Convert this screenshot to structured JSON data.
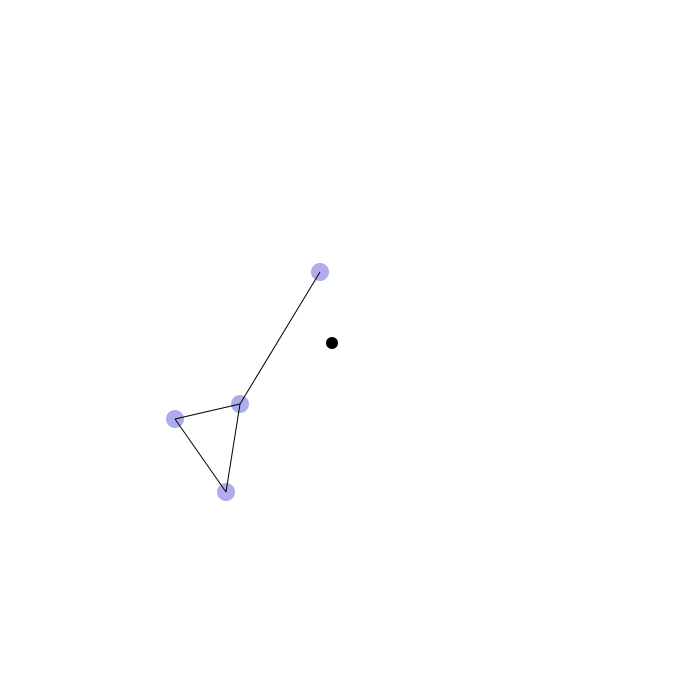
{
  "graph": {
    "nodes": [
      {
        "id": "n1"
      },
      {
        "id": "n2"
      },
      {
        "id": "n3"
      },
      {
        "id": "n4"
      }
    ],
    "edges": [
      [
        "n1",
        "n2"
      ],
      [
        "n2",
        "n3"
      ],
      [
        "n3",
        "n4"
      ],
      [
        "n4",
        "n2"
      ]
    ]
  },
  "colors": {
    "background": "#ffffff",
    "node_fill": "#a9a9ea",
    "edge_stroke": "#000000",
    "marker_fill": "#000000"
  }
}
